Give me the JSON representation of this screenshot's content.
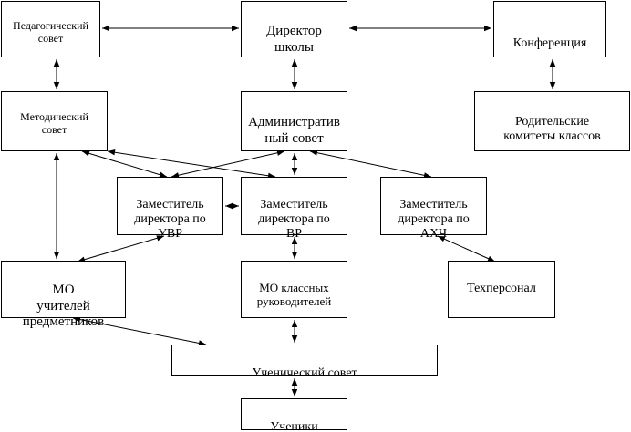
{
  "colors": {
    "line": "#000000",
    "background": "#ffffff"
  },
  "nodes": {
    "ped_sovet": "Педагогический\nсовет",
    "director": "Директор\nшколы",
    "conference": "Конференция",
    "metod_sovet": "Методический\nсовет",
    "admin_sovet": "Административный совет",
    "parents": "Родительские\nкомитеты классов",
    "zam_uvr": "Заместитель\nдиректора по\nУВР",
    "zam_vr": "Заместитель\nдиректора по\nВР",
    "zam_ahch": "Заместитель\nдиректора по\nАХЧ",
    "mo_teachers": "МО\nучителей\nпредметников",
    "mo_class": "МО классных\nруководителей",
    "techstaff": "Техперсонал",
    "student_sovet": "Ученический совет",
    "students": "Ученики"
  }
}
